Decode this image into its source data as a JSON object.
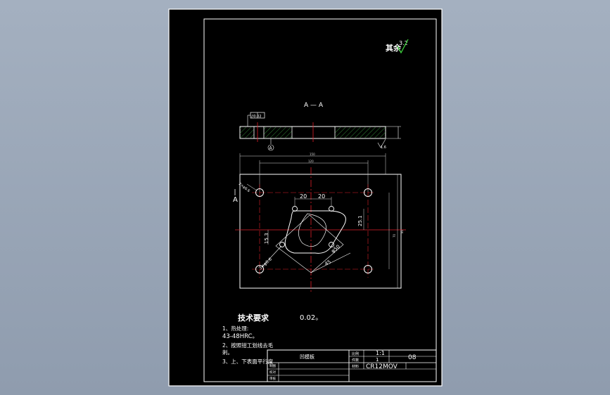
{
  "colors": {
    "background": "#96a3b5",
    "sheet": "#000000",
    "line": "#ffffff",
    "center_line": "#e0202a",
    "hatch": "#2e7d32",
    "accent_check": "#3cd23c",
    "dimension": "#d8d8d8"
  },
  "labels": {
    "roughness_other": "其余",
    "roughness_value": "3.2",
    "section_title": "A — A",
    "parallel_symbol": "//0.02",
    "datum_a": "A",
    "roughness_small": "1.6",
    "section_marker": "A",
    "overall_width": "150",
    "hole_spacing": "120",
    "dim_20_left": "20",
    "dim_20_right": "20",
    "dim_25": "25.1",
    "dim_15": "15.3",
    "dim_height": "70",
    "dim_height2": "80",
    "dim_diag_left": "3×φ6.6",
    "dim_diag_bottom": "45",
    "dim_diag_right": "φ50",
    "hole_label": "2×φ6.6"
  },
  "tech": {
    "heading": "技术要求",
    "tolerance_note": "0.02。",
    "items": [
      "1、热处理:",
      "43-48HRC。",
      "2、按照钳工划线去毛",
      "刺。",
      "3、上、下表面平行度"
    ]
  },
  "title_block": {
    "part_name": "凹模板",
    "scale_label": "比例",
    "scale_value": "1:1",
    "qty_label": "件数",
    "qty_value": "1",
    "material_label": "材料",
    "material_value": "CR12MOV",
    "drawing_number": "08",
    "row_labels": [
      "制图",
      "校对",
      "审核"
    ]
  }
}
